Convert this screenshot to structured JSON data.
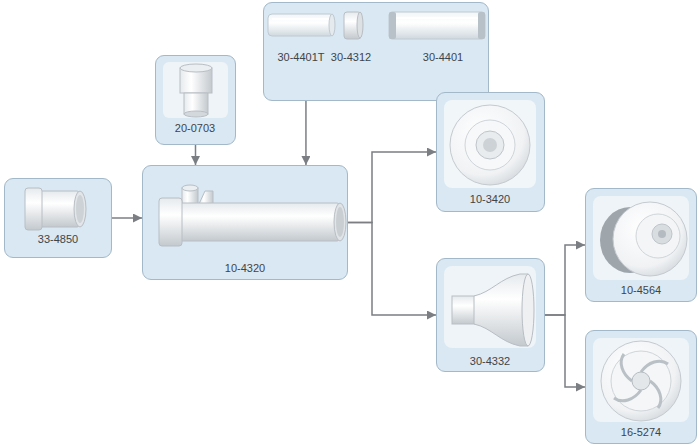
{
  "diagram": {
    "nodes": [
      {
        "text": [
          "33-4850"
        ]
      },
      {
        "text": [
          "20-0703"
        ]
      },
      {
        "text": [
          "30-4401T",
          "30-4312",
          "30-4401"
        ]
      },
      {
        "text": [
          "10-4320"
        ]
      },
      {
        "text": [
          "10-3420"
        ]
      },
      {
        "text": [
          "30-4332"
        ]
      },
      {
        "text": [
          "10-4564"
        ]
      },
      {
        "text": [
          "16-5274"
        ]
      }
    ],
    "edges": [
      {
        "from": 0,
        "to": 3,
        "arrow": "to"
      },
      {
        "from": 1,
        "to": 3,
        "arrow": "to"
      },
      {
        "from": 2,
        "to": 3,
        "arrow": "to"
      },
      {
        "from": 3,
        "to": 4,
        "arrow": "to"
      },
      {
        "from": 3,
        "to": 5,
        "arrow": "to"
      },
      {
        "from": 5,
        "to": 6,
        "arrow": "to"
      },
      {
        "from": 5,
        "to": 7,
        "arrow": "to"
      }
    ]
  }
}
